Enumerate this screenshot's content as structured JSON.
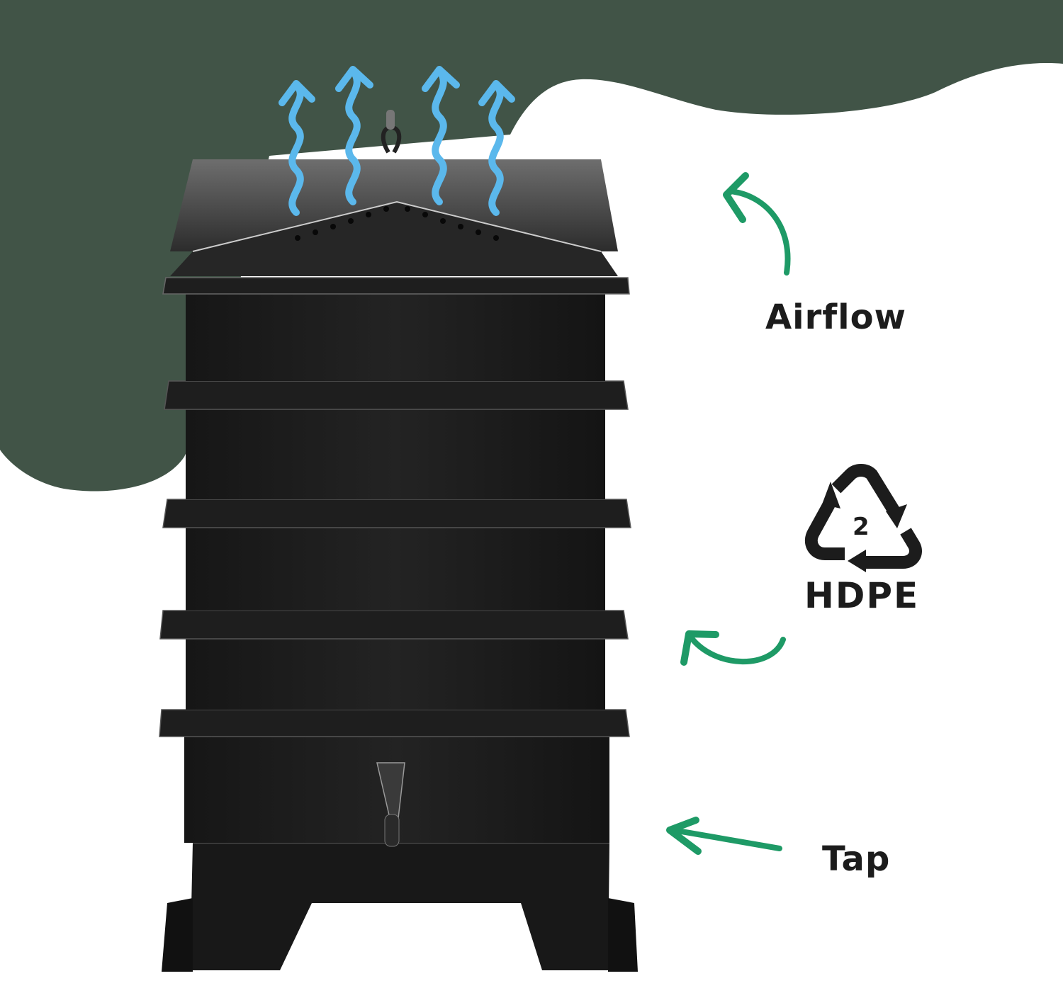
{
  "colors": {
    "background_wave": "#415447",
    "background": "#ffffff",
    "airflow_arrows": "#5bb8ec",
    "callout_arrows": "#1e9a66",
    "text": "#1c1c1c",
    "product": "#1a1a1a"
  },
  "product": {
    "name": "worm-farm-composter",
    "tiers": 4,
    "material": "HDPE"
  },
  "callouts": [
    {
      "id": "airflow",
      "label": "Airflow",
      "icon": "curved-arrow-up-left-icon"
    },
    {
      "id": "material",
      "label": "HDPE",
      "resin_code": "2",
      "icon": "recycling-triangle-icon"
    },
    {
      "id": "tap",
      "label": "Tap",
      "icon": "arrow-left-icon"
    }
  ],
  "airflow_indicators": {
    "count": 4,
    "icon": "wavy-arrow-up-icon"
  }
}
